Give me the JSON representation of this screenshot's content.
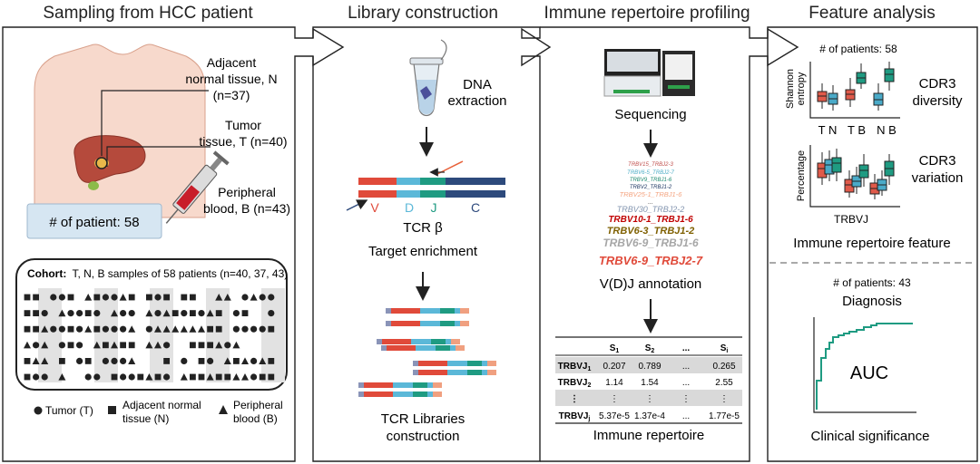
{
  "panels": {
    "sampling": {
      "title": "Sampling from HCC patient"
    },
    "library": {
      "title": "Library construction"
    },
    "profiling": {
      "title": "Immune repertoire profiling"
    },
    "feature": {
      "title": "Feature analysis"
    }
  },
  "sampling": {
    "normal_label_1": "Adjacent",
    "normal_label_2": "normal tissue, N",
    "normal_label_3": "(n=37)",
    "tumor_label_1": "Tumor",
    "tumor_label_2": "tissue, T (n=40)",
    "blood_label_1": "Peripheral",
    "blood_label_2": "blood, B (n=43)",
    "patient_count": "# of patient: 58",
    "cohort_bold": "Cohort:",
    "cohort_text": "T, N, B samples of 58 patients (n=40, 37, 43)",
    "legend_tumor": "Tumor (T)",
    "legend_normal_1": "Adjacent normal",
    "legend_normal_2": "tissue (N)",
    "legend_blood_1": "Peripheral",
    "legend_blood_2": "blood (B)"
  },
  "library": {
    "dna_1": "DNA",
    "dna_2": "extraction",
    "seg_v": "V",
    "seg_d": "D",
    "seg_j": "J",
    "seg_c": "C",
    "tcr_beta": "TCR β",
    "target": "Target enrichment",
    "libraries_1": "TCR Libraries",
    "libraries_2": "construction",
    "colors": {
      "v": "#e04a3a",
      "d": "#5bb8d8",
      "j": "#1f9b82",
      "c": "#2d4a7c",
      "adapter_l": "#8a94b8",
      "adapter_r": "#f0a080"
    }
  },
  "profiling": {
    "sequencing": "Sequencing",
    "vdj_genes": [
      {
        "text": "TRBV15_TRBJ2-3",
        "color": "#c0504d"
      },
      {
        "text": "TRBV6-5_TRBJ2-7",
        "color": "#4bacc6"
      },
      {
        "text": "TRBV9_TRBJ1-6",
        "color": "#1f8a70"
      },
      {
        "text": "TRBV2_TRBJ1-2",
        "color": "#1f3864"
      },
      {
        "text": "TRBV25-1_TRBJ1-6",
        "color": "#f4a582"
      },
      {
        "text": "...",
        "color": "#333333"
      },
      {
        "text": "TRBV30_TRBJ2-2",
        "color": "#8496b0"
      },
      {
        "text": "TRBV10-1_TRBJ1-6",
        "color": "#c00000"
      },
      {
        "text": "TRBV6-3_TRBJ1-2",
        "color": "#7f6000"
      },
      {
        "text": "TRBV6-9_TRBJ1-6",
        "color": "#a6a6a6"
      },
      {
        "text": "TRBV6-9_TRBJ2-7",
        "color": "#e04a3a"
      }
    ],
    "vdj_annotation": "V(D)J annotation",
    "table": {
      "headers": [
        "",
        "S",
        "S",
        "...",
        "S"
      ],
      "header_subs": [
        "",
        "1",
        "2",
        "",
        "i"
      ],
      "rows": [
        {
          "label": "TRBVJ",
          "sub": "1",
          "cells": [
            "0.207",
            "0.789",
            "...",
            "0.265"
          ]
        },
        {
          "label": "TRBVJ",
          "sub": "2",
          "cells": [
            "1.14",
            "1.54",
            "...",
            "2.55"
          ]
        },
        {
          "label": "⋮",
          "sub": "",
          "cells": [
            "⋮",
            "⋮",
            "⋮",
            "⋮"
          ]
        },
        {
          "label": "TRBVJ",
          "sub": "j",
          "cells": [
            "5.37e-5",
            "1.37e-4",
            "...",
            "1.77e-5"
          ]
        }
      ]
    },
    "repertoire": "Immune repertoire"
  },
  "feature": {
    "patients_58": "# of patients: 58",
    "shannon_1": "Shannon",
    "shannon_2": "entropy",
    "x_tn": "T N",
    "x_tb": "T B",
    "x_nb": "N B",
    "cdr3_diversity_1": "CDR3",
    "cdr3_diversity_2": "diversity",
    "percentage": "Percentage",
    "trbvj": "TRBVJ",
    "cdr3_variation_1": "CDR3",
    "cdr3_variation_2": "variation",
    "repertoire_feature": "Immune repertoire feature",
    "patients_43": "# of patients: 43",
    "diagnosis": "Diagnosis",
    "auc": "AUC",
    "clinical": "Clinical significance",
    "colors": {
      "red": "#e05a4a",
      "blue": "#4aaac8",
      "teal": "#1f9b82"
    }
  }
}
